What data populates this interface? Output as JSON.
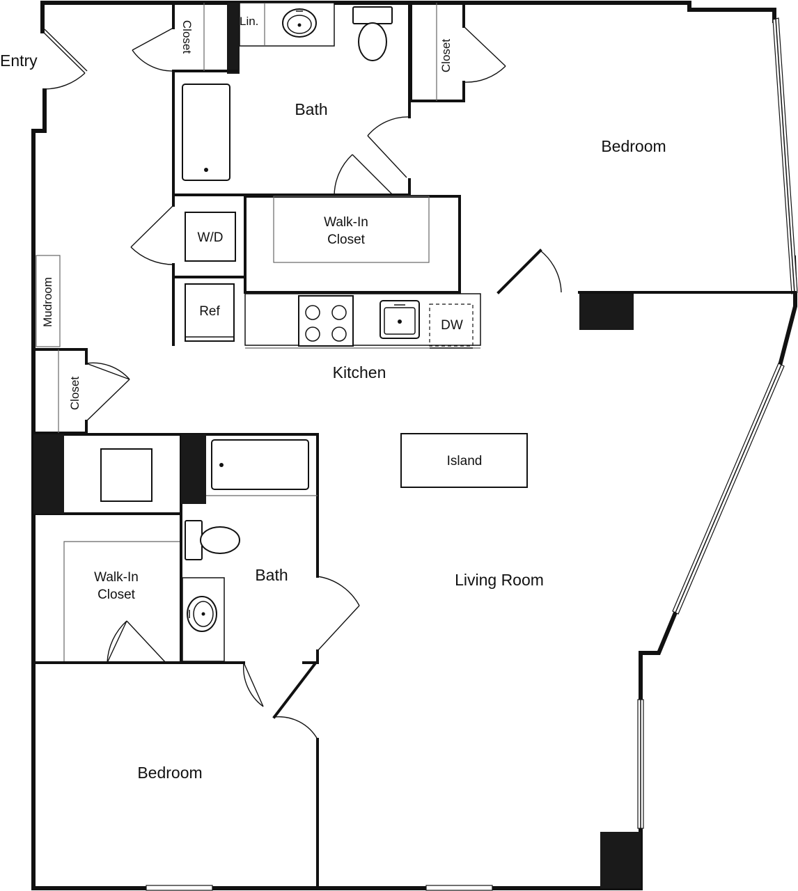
{
  "labels": {
    "entry": "Entry",
    "closet_entry": "Closet",
    "linen": "Lin.",
    "bath_top": "Bath",
    "closet_bed_top": "Closet",
    "bedroom_top": "Bedroom",
    "wd": "W/D",
    "walkin_top_1": "Walk-In",
    "walkin_top_2": "Closet",
    "mudroom": "Mudroom",
    "ref": "Ref",
    "dw": "DW",
    "kitchen": "Kitchen",
    "closet_hall": "Closet",
    "island": "Island",
    "walkin_bottom_1": "Walk-In",
    "walkin_bottom_2": "Closet",
    "bath_bottom": "Bath",
    "living_room": "Living Room",
    "bedroom_bottom": "Bedroom"
  }
}
